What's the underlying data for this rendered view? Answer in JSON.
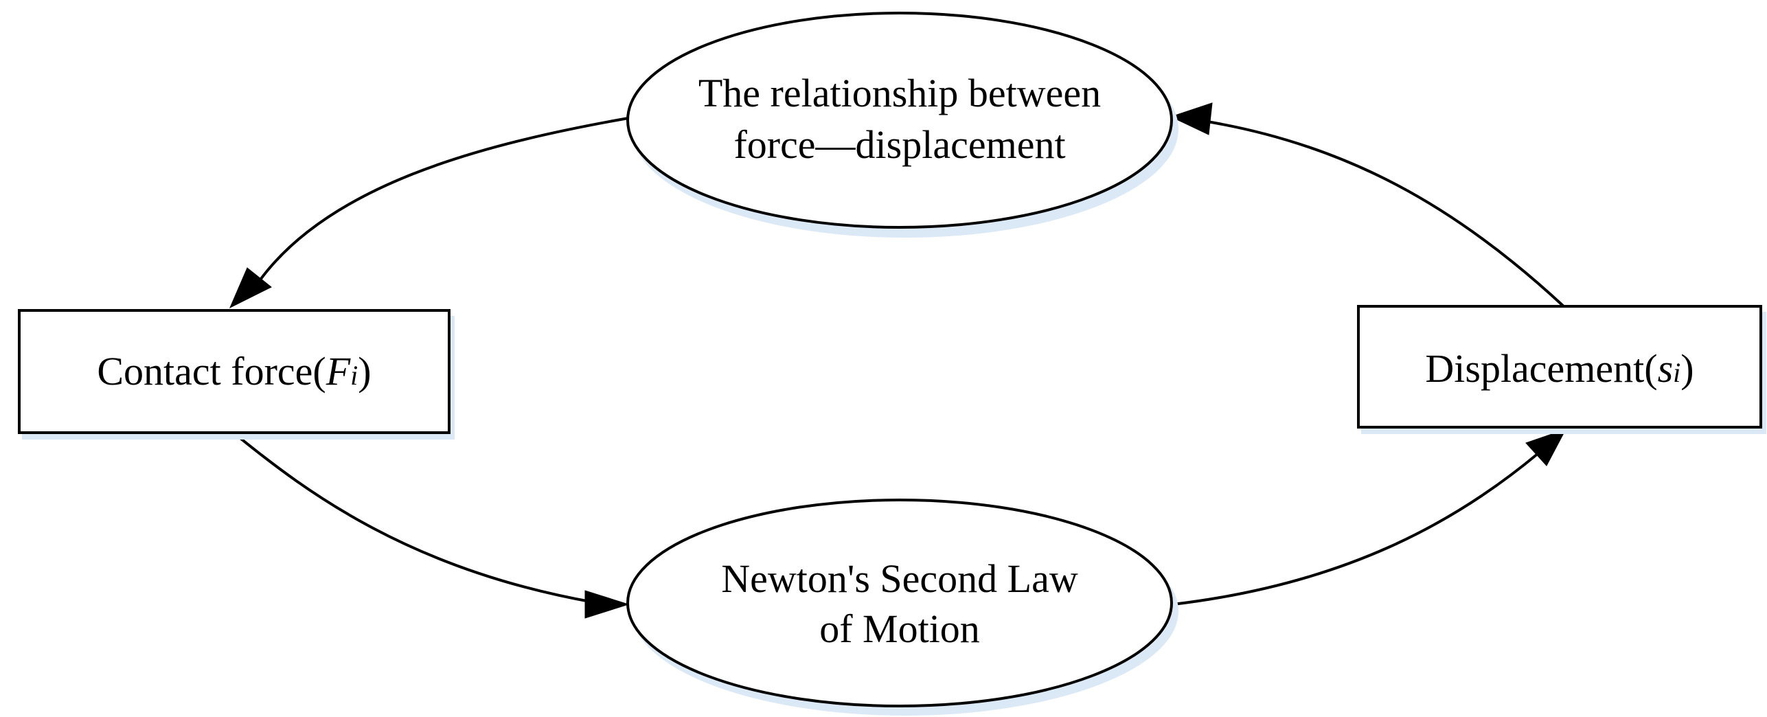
{
  "nodes": {
    "relationship": {
      "line1": "The relationship between",
      "line2": "force—displacement"
    },
    "contact_force": {
      "text": "Contact force(",
      "symbol": "F",
      "subscript": "i",
      "close": ")"
    },
    "displacement": {
      "text": "Displacement(",
      "symbol": "s",
      "subscript": "i",
      "close": ")"
    },
    "newton": {
      "line1": "Newton's Second Law",
      "line2": "of Motion"
    }
  },
  "edges": [
    {
      "from": "relationship",
      "to": "contact_force"
    },
    {
      "from": "contact_force",
      "to": "newton"
    },
    {
      "from": "newton",
      "to": "displacement"
    },
    {
      "from": "displacement",
      "to": "relationship"
    }
  ],
  "colors": {
    "stroke": "#000000",
    "fill": "#ffffff",
    "shadow": "#dbe9f6"
  }
}
